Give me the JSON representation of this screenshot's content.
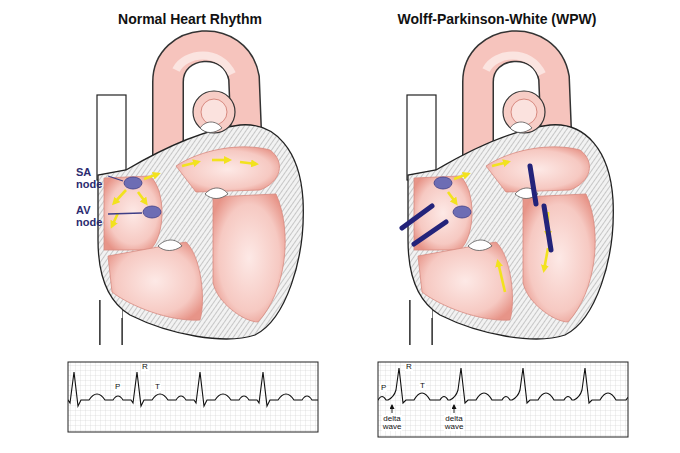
{
  "diagram": {
    "labels": [
      "Normal Heart Rhythm",
      "Wolff-Parkinson-White (WPW)",
      "SA node",
      "AV node",
      "R",
      "P",
      "T",
      "R",
      "P",
      "T",
      "delta wave",
      "delta wave"
    ]
  }
}
